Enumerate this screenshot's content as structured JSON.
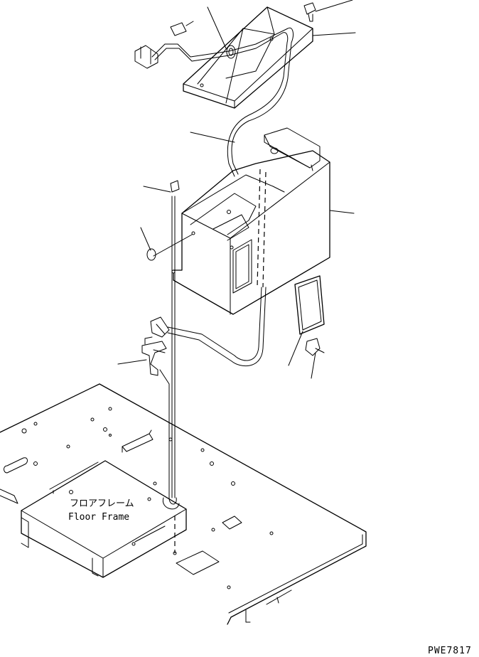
{
  "diagram": {
    "floor_label_ja": "フロアフレーム",
    "floor_label_en": "Floor Frame",
    "drawing_code": "PWE7817"
  }
}
